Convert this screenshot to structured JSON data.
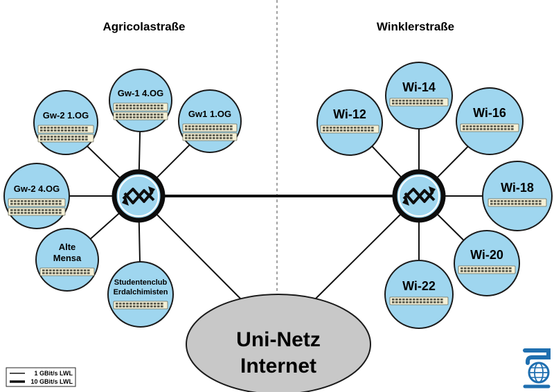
{
  "sites": {
    "left_title": "Agricolastraße",
    "right_title": "Winklerstraße"
  },
  "left_nodes": [
    "Gw-1 4.OG",
    "Gw1 1.OG",
    "Gw-2 1.OG",
    "Gw-2 4.OG",
    "Alte Mensa",
    "Studentenclub Erdalchimisten"
  ],
  "right_nodes": [
    "Wi-12",
    "Wi-14",
    "Wi-16",
    "Wi-18",
    "Wi-20",
    "Wi-22"
  ],
  "cloud": {
    "line1": "Uni-Netz",
    "line2": "Internet"
  },
  "legend": {
    "thin": "1 GBit/s LWL",
    "thick": "10 GBit/s LWL"
  },
  "colors": {
    "node_fill": "#9fd6ef",
    "node_stroke": "#1a1a1a",
    "switch_body": "#f4f0d6",
    "cloud_fill": "#c8c8c8",
    "logo_blue": "#1f6fb0"
  },
  "icons": {
    "router": "router-icon",
    "switch": "network-switch-icon",
    "logo": "globe-logo-icon"
  }
}
